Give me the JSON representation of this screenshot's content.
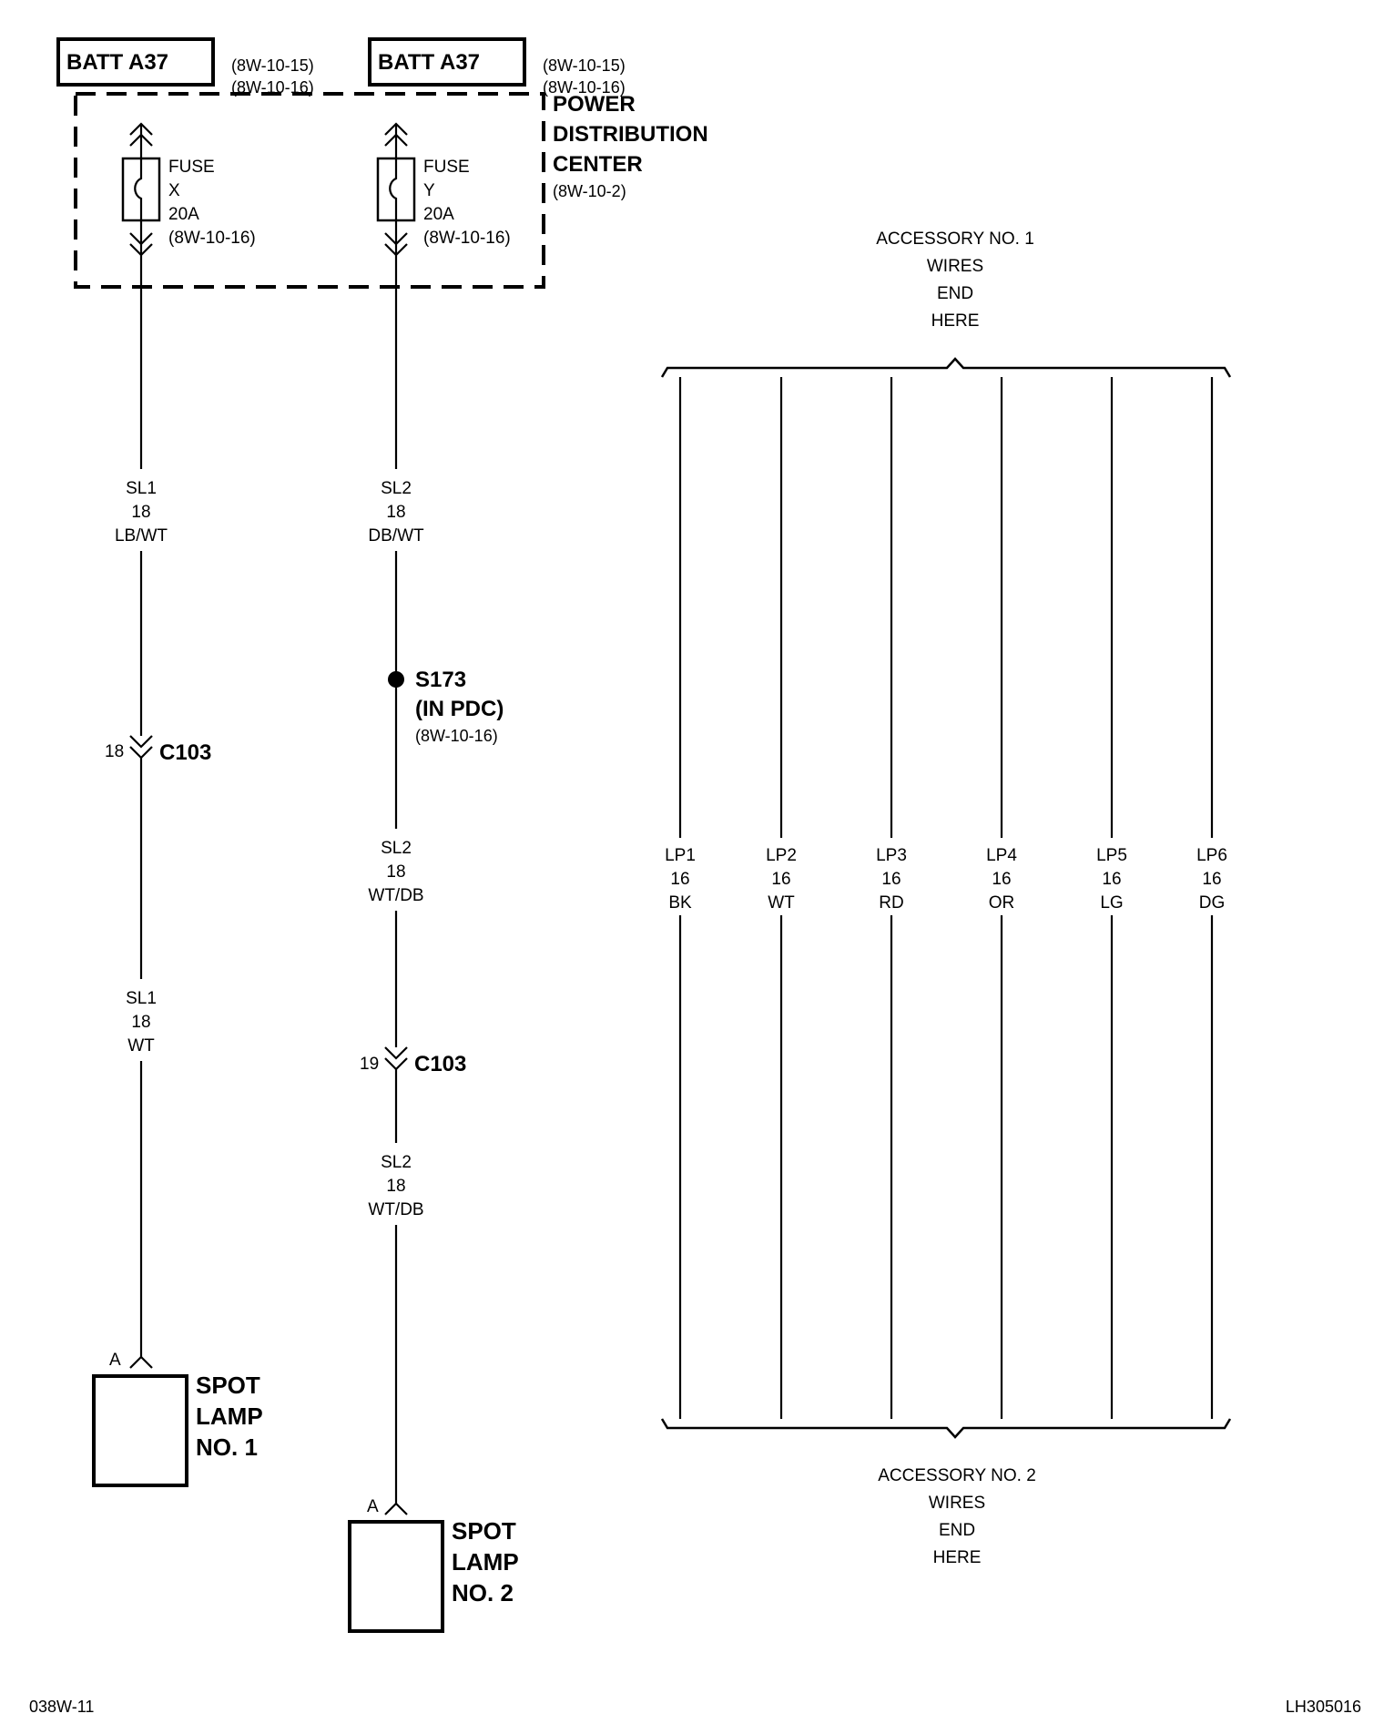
{
  "sources": [
    {
      "label": "BATT A37",
      "refs": [
        "(8W-10-15)",
        "(8W-10-16)"
      ]
    },
    {
      "label": "BATT A37",
      "refs": [
        "(8W-10-15)",
        "(8W-10-16)"
      ]
    }
  ],
  "pdc": {
    "title": [
      "POWER",
      "DISTRIBUTION",
      "CENTER"
    ],
    "ref": "(8W-10-2)"
  },
  "fuses": [
    {
      "lines": [
        "FUSE",
        "X",
        "20A",
        "(8W-10-16)"
      ]
    },
    {
      "lines": [
        "FUSE",
        "Y",
        "20A",
        "(8W-10-16)"
      ]
    }
  ],
  "circuit1": {
    "wire_top": [
      "SL1",
      "18",
      "LB/WT"
    ],
    "connector": {
      "pin": "18",
      "name": "C103"
    },
    "wire_bottom": [
      "SL1",
      "18",
      "WT"
    ],
    "lamp": {
      "pin": "A",
      "name": [
        "SPOT",
        "LAMP",
        "NO. 1"
      ]
    }
  },
  "circuit2": {
    "wire_top": [
      "SL2",
      "18",
      "DB/WT"
    ],
    "splice": {
      "name": "S173",
      "location": "(IN PDC)",
      "ref": "(8W-10-16)"
    },
    "wire_mid": [
      "SL2",
      "18",
      "WT/DB"
    ],
    "connector": {
      "pin": "19",
      "name": "C103"
    },
    "wire_bottom": [
      "SL2",
      "18",
      "WT/DB"
    ],
    "lamp": {
      "pin": "A",
      "name": [
        "SPOT",
        "LAMP",
        "NO. 2"
      ]
    }
  },
  "accessory": {
    "top_note": [
      "ACCESSORY NO. 1",
      "WIRES",
      "END",
      "HERE"
    ],
    "bottom_note": [
      "ACCESSORY NO. 2",
      "WIRES",
      "END",
      "HERE"
    ],
    "wires": [
      {
        "circuit": "LP1",
        "gauge": "16",
        "color": "BK"
      },
      {
        "circuit": "LP2",
        "gauge": "16",
        "color": "WT"
      },
      {
        "circuit": "LP3",
        "gauge": "16",
        "color": "RD"
      },
      {
        "circuit": "LP4",
        "gauge": "16",
        "color": "OR"
      },
      {
        "circuit": "LP5",
        "gauge": "16",
        "color": "LG"
      },
      {
        "circuit": "LP6",
        "gauge": "16",
        "color": "DG"
      }
    ]
  },
  "footer": {
    "left": "038W-11",
    "right": "LH305016"
  }
}
